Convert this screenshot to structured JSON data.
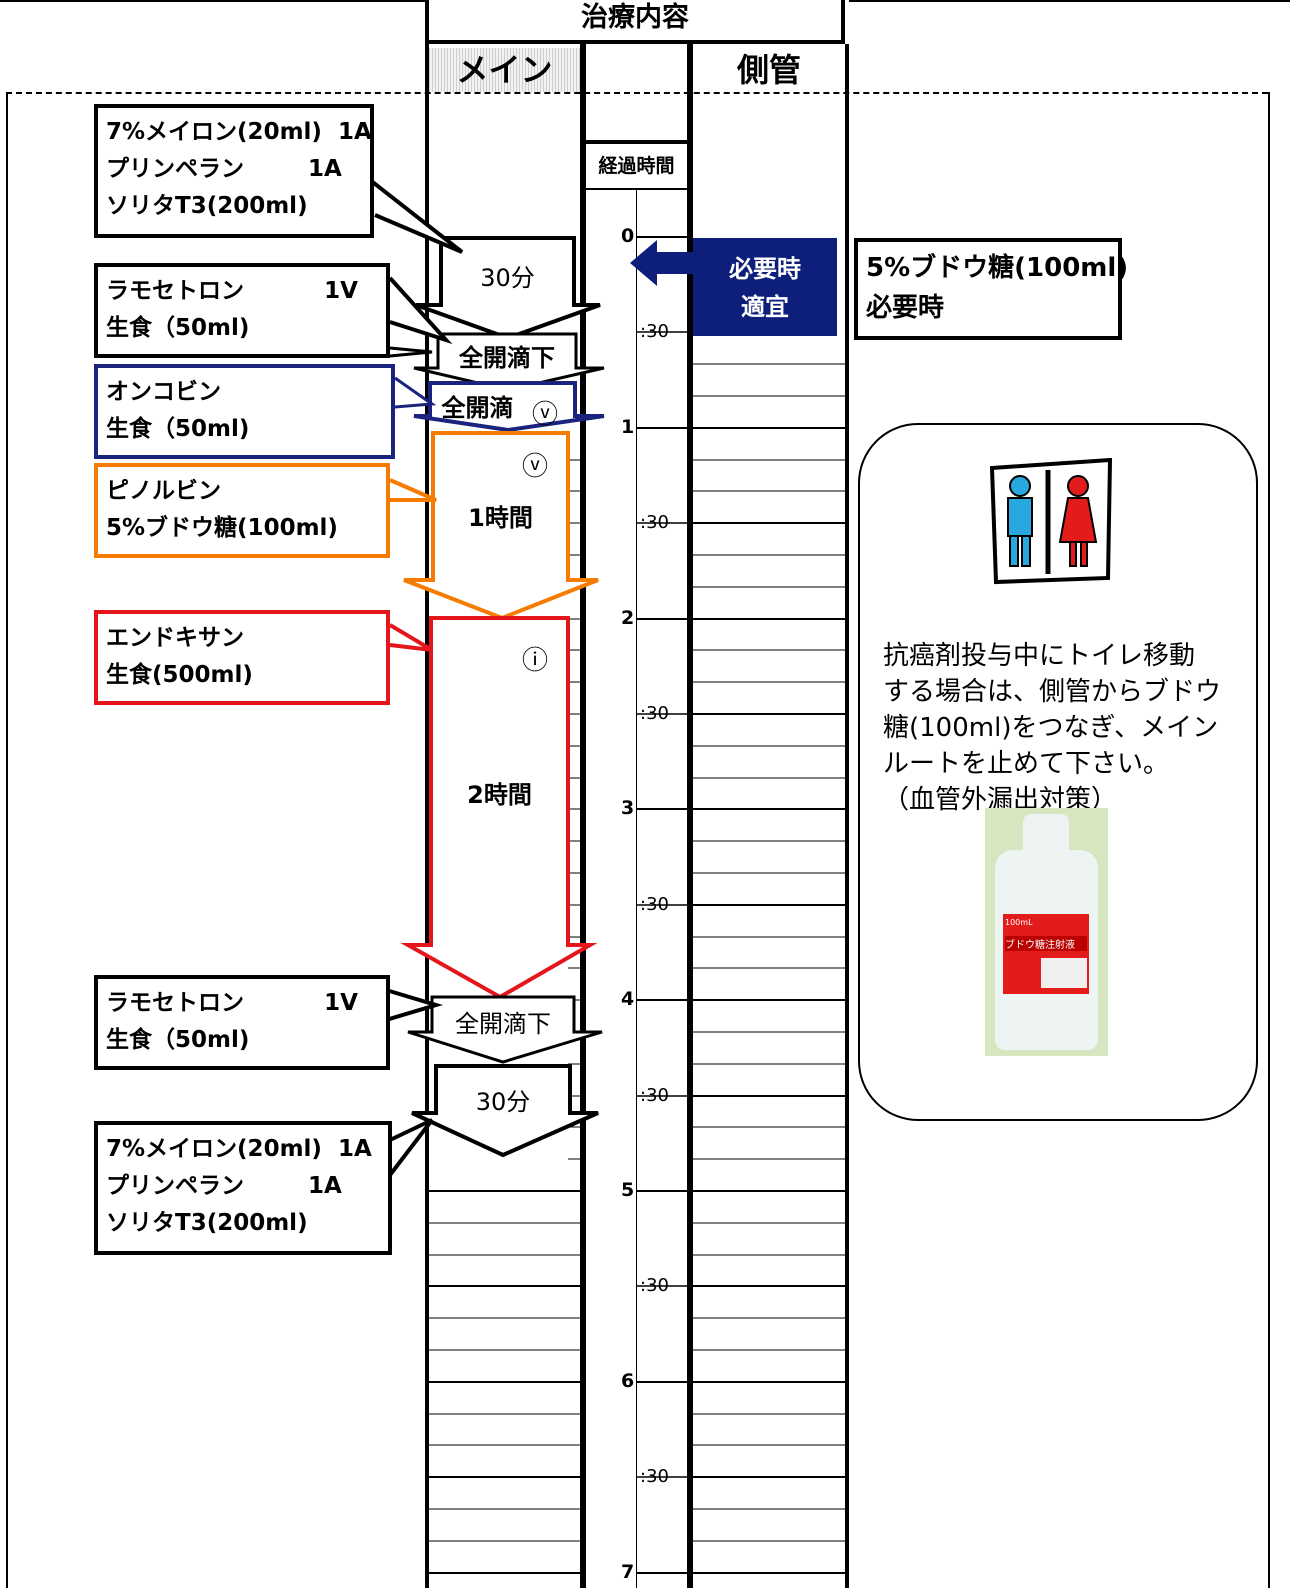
{
  "header": {
    "title": "治療内容",
    "main_label": "メイン",
    "side_label": "側管",
    "elapsed_label": "経過時間"
  },
  "timeline": {
    "hours": [
      "0",
      "1",
      "2",
      "3",
      "4",
      "5",
      "6",
      "7"
    ],
    "half_label": ":30"
  },
  "main_steps": [
    {
      "label": "30分"
    },
    {
      "label": "全開滴下"
    },
    {
      "label": "全開滴"
    },
    {
      "label": "1時間"
    },
    {
      "label": "2時間"
    },
    {
      "label": "全開滴下"
    },
    {
      "label": "30分"
    }
  ],
  "markers": {
    "v1": "ⓥ",
    "v2": "ⓥ",
    "i1": "ⓘ"
  },
  "notes": [
    {
      "text": "7%メイロン(20ml)  1A\nプリンペラン        1A\nソリタT3(200ml)"
    },
    {
      "text": "ラモセトロン          1V\n生食（50ml)"
    },
    {
      "text": "オンコビン\n生食（50ml)"
    },
    {
      "text": "ピノルビン\n5%ブドウ糖(100ml)"
    },
    {
      "text": "エンドキサン\n生食(500ml)"
    },
    {
      "text": "ラモセトロン          1V\n生食（50ml)"
    },
    {
      "text": "7%メイロン(20ml)  1A\nプリンペラン        1A\nソリタT3(200ml)"
    }
  ],
  "side": {
    "box_text": "必要時\n適宜",
    "note_text": "5%ブドウ糖(100ml)\n必要時"
  },
  "info_note": {
    "text": "抗癌剤投与中にトイレ移動\nする場合は、側管からブドウ\n糖(100ml)をつなぎ、メイン\nルートを止めて下さい。\n（血管外漏出対策）",
    "bottle_label": "ブドウ糖注射液",
    "bottle_volume": "100mL"
  },
  "colors": {
    "blue": "#1a237e",
    "orange": "#f57c00",
    "red": "#e5161b",
    "navy_box": "#0d1f7a"
  }
}
